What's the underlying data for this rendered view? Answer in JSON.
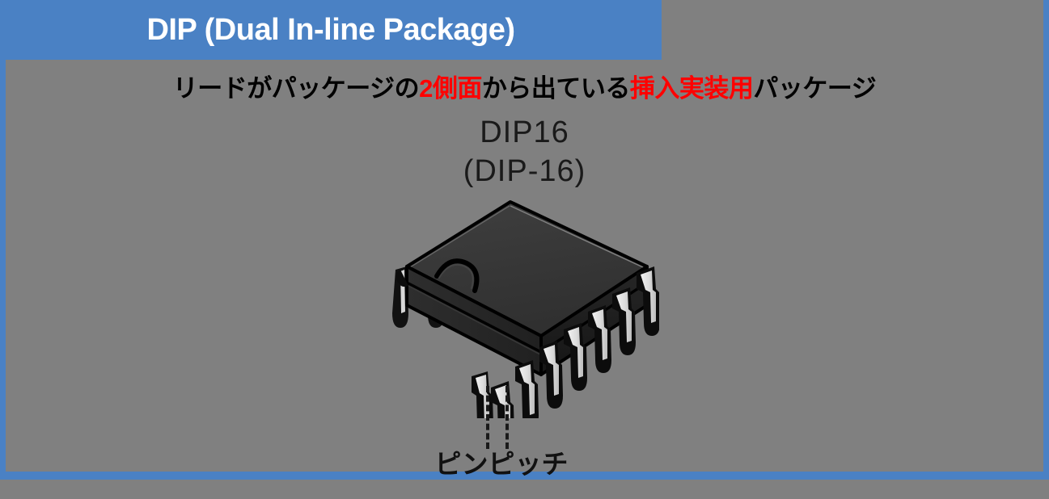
{
  "colors": {
    "banner_blue": "#4a81c4",
    "background_gray": "#808080",
    "highlight_red": "#ff0000",
    "title_text": "#ffffff",
    "body_text": "#000000",
    "chip_body_dark": "#2b2b2b",
    "chip_top_face": "#3a3a3a",
    "chip_pin_silver": "#e8e8e8",
    "chip_outline": "#000000"
  },
  "header": {
    "title": "DIP (Dual In-line Package)"
  },
  "subtitle": {
    "segments": [
      {
        "text": "リードがパッケージの",
        "highlight": false
      },
      {
        "text": "2側面",
        "highlight": true
      },
      {
        "text": "から出ている",
        "highlight": false
      },
      {
        "text": "挿入実装用",
        "highlight": true
      },
      {
        "text": "パッケージ",
        "highlight": false
      }
    ],
    "part1": "リードがパッケージの",
    "red1": "2側面",
    "part2": "から出ている",
    "red2": "挿入実装用",
    "part3": "パッケージ"
  },
  "part_label": {
    "line1": "DIP16",
    "line2": "(DIP-16)"
  },
  "illustration": {
    "name": "dip16-chip-3d",
    "description": "DIP-16 integrated circuit package, isometric 3D view",
    "pin_count": 16,
    "pins_front_row": 8,
    "pins_back_row": 8,
    "notch": "semicircular-index-notch"
  },
  "annotation": {
    "pin_pitch_label": "ピンピッチ",
    "leader_lines": 2
  }
}
